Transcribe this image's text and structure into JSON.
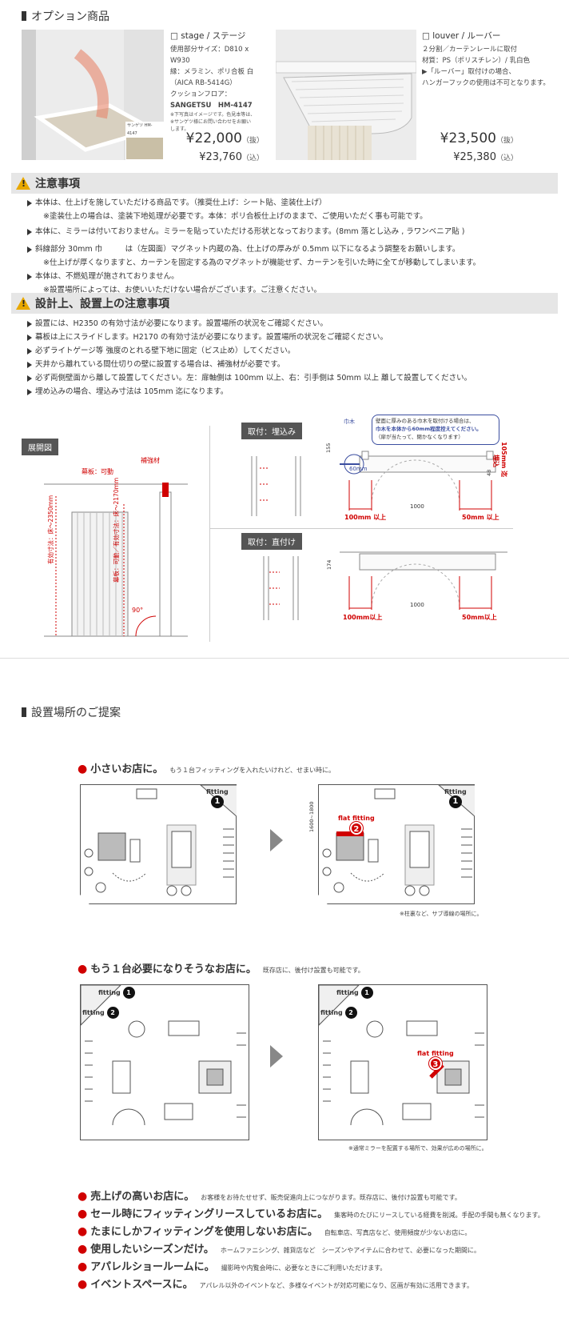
{
  "options": {
    "title": "オプション商品"
  },
  "stage": {
    "name": "□ stage / ステージ",
    "specs": [
      "使用部分サイズ：D810 x W930",
      "縁：メラミン、ポリ合板 白",
      "（AICA RB-5414G）",
      "クッションフロア：",
      "SANGETSU　HM-4147"
    ],
    "note": [
      "※下写真はイメージです。色見本等は、",
      "※サンゲツ様にお問い合わせをお願い",
      "します。"
    ],
    "swatch": "サンゲツ HM-4147",
    "price_ex": "¥22,000",
    "price_ex_tag": "（抜）",
    "price_in": "¥23,760",
    "price_in_tag": "（込）"
  },
  "louver": {
    "name": "□ louver / ルーバー",
    "specs": [
      "２分割／カーテンレールに取付",
      "材質：PS（ポリスチレン）/ 乳白色",
      "▶「ルーバー」取付けの場合、",
      "ハンガーフックの使用は不可となります。"
    ],
    "price_ex": "¥23,500",
    "price_ex_tag": "（抜）",
    "price_in": "¥25,380",
    "price_in_tag": "（込）"
  },
  "caution": {
    "title": "注意事項",
    "items": [
      {
        "t": "本体は、仕上げを施していただける商品です。（推奨仕上げ：シート貼、塗装仕上げ）",
        "arrow": true
      },
      {
        "t": "※塗装仕上の場合は、塗装下地処理が必要です。本体：ポリ合板仕上げのままで、ご使用いただく事も可能です。",
        "arrow": false
      },
      {
        "t": "本体に、ミラーは付いておりません。ミラーを貼っていただける形状となっております。(8mm 落とし込み , ラワンベニア貼 )",
        "arrow": true
      },
      {
        "t": "斜線部分 30mm 巾　　　は（左図面）マグネット内蔵の為、仕上げの厚みが 0.5mm 以下になるよう調整をお願いします。",
        "arrow": true
      },
      {
        "t": "※仕上げが厚くなりますと、カーテンを固定する為のマグネットが機能せず、カーテンを引いた時に全てが移動してしまいます。",
        "arrow": false
      },
      {
        "t": "本体は、不燃処理が施されておりません。",
        "arrow": true
      },
      {
        "t": "※設置場所によっては、お使いいただけない場合がございます。ご注意ください。",
        "arrow": false
      }
    ]
  },
  "design": {
    "title": "設計上、設置上の注意事項",
    "items": [
      "設置には、H2350 の有効寸法が必要になります。設置場所の状況をご確認ください。",
      "幕板は上にスライドします。H2170 の有効寸法が必要になります。設置場所の状況をご確認ください。",
      "必ずライトゲージ等 強度のとれる壁下地に固定（ビス止め）してください。",
      "天井から離れている間仕切りの壁に設置する場合は、補強材が必要です。",
      "必ず両側壁面から離して設置してください。左：扉軸側は 100mm 以上、右：引手側は 50mm 以上 離して設置してください。",
      "埋め込みの場合、埋込み寸法は 105mm 迄になります。"
    ]
  },
  "diagram": {
    "tenkai": "展開図",
    "hokyo": "補強材",
    "makuita": "幕板：可動",
    "yuko": "有効寸法：床〜2350mm",
    "makuita2": "幕板：可動／有効寸法：床〜2170mm",
    "deg": "90°",
    "umekomi": "取付：埋込み",
    "note": [
      "壁面に厚みのある巾木を取付ける場合は、",
      "巾木を本体から60mm程度控えてください。",
      "（扉が当たって、閉かなくなります）"
    ],
    "habaki": "巾木",
    "d60": "60mm",
    "d155": "155",
    "d48": "48",
    "ume": "埋込",
    "ume2": "105mm 迄",
    "l100": "100mm 以上",
    "w1000": "1000",
    "r50": "50mm 以上",
    "chokutsuke": "取付：直付け",
    "d174": "174",
    "l100b": "100mm以上",
    "w1000b": "1000",
    "r50b": "50mm以上"
  },
  "proposal": {
    "title": "設置場所のご提案",
    "small": {
      "title": "小さいお店に。",
      "sub": "もう１台フィッティングを入れたいけれど、せまい時に。",
      "fitting": "fitting",
      "flat": "flat fitting",
      "dim": "1600~1800",
      "n1": "1",
      "n2": "2",
      "note": "※柱裏など、サブ導線の場所に。"
    },
    "more": {
      "title": "もう１台必要になりそうなお店に。",
      "sub": "既存店に、後付け設置も可能です。",
      "fitting": "fitting",
      "flat": "flat fitting",
      "n1": "1",
      "n2": "2",
      "n3": "3",
      "note": "※通常ミラーを配置する場所で、効果が広めの場所に。"
    }
  },
  "bullets": [
    {
      "t": "売上げの高いお店に。",
      "s": "お客様をお待たせせず、販売促進向上につながります。既存店に、後付け設置も可能です。"
    },
    {
      "t": "セール時にフィッティングリースしているお店に。",
      "s": "集客時のたびにリースしている経費を削減。手配の手間も無くなります。"
    },
    {
      "t": "たまにしかフィッティングを使用しないお店に。",
      "s": "自転車店、写真店など、使用頻度が少ないお店に。"
    },
    {
      "t": "使用したいシーズンだけ。",
      "s": "ホームファニシング、雑貨店など　シーズンやアイテムに合わせて、必要になった期間に。"
    },
    {
      "t": "アパレルショールームに。",
      "s": "撮影時や内覧会時に、必要なときにご利用いただけます。"
    },
    {
      "t": "イベントスペースに。",
      "s": "アパレル以外のイベントなど、多様なイベントが対応可能になり、区画が有効に活用できます。"
    }
  ]
}
